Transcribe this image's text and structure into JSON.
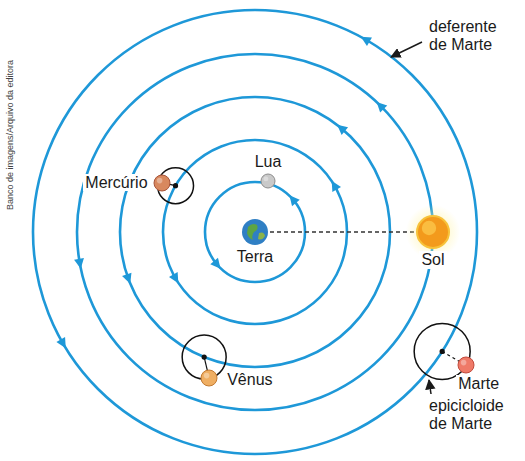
{
  "diagram": {
    "nodes": [
      {
        "text": [
          "Lua"
        ]
      },
      {
        "text": [
          "Mercúrio"
        ]
      },
      {
        "text": [
          "Terra"
        ]
      },
      {
        "text": [
          "Sol"
        ]
      },
      {
        "text": [
          "Vênus"
        ]
      },
      {
        "text": [
          "Marte"
        ]
      }
    ],
    "edges": [
      {
        "from": 2,
        "to": 3,
        "arrow": "none"
      }
    ],
    "labels": [
      "deferente de Marte",
      "epicicloide de Marte",
      "Banco de imagens/Arquivo da editora"
    ]
  }
}
